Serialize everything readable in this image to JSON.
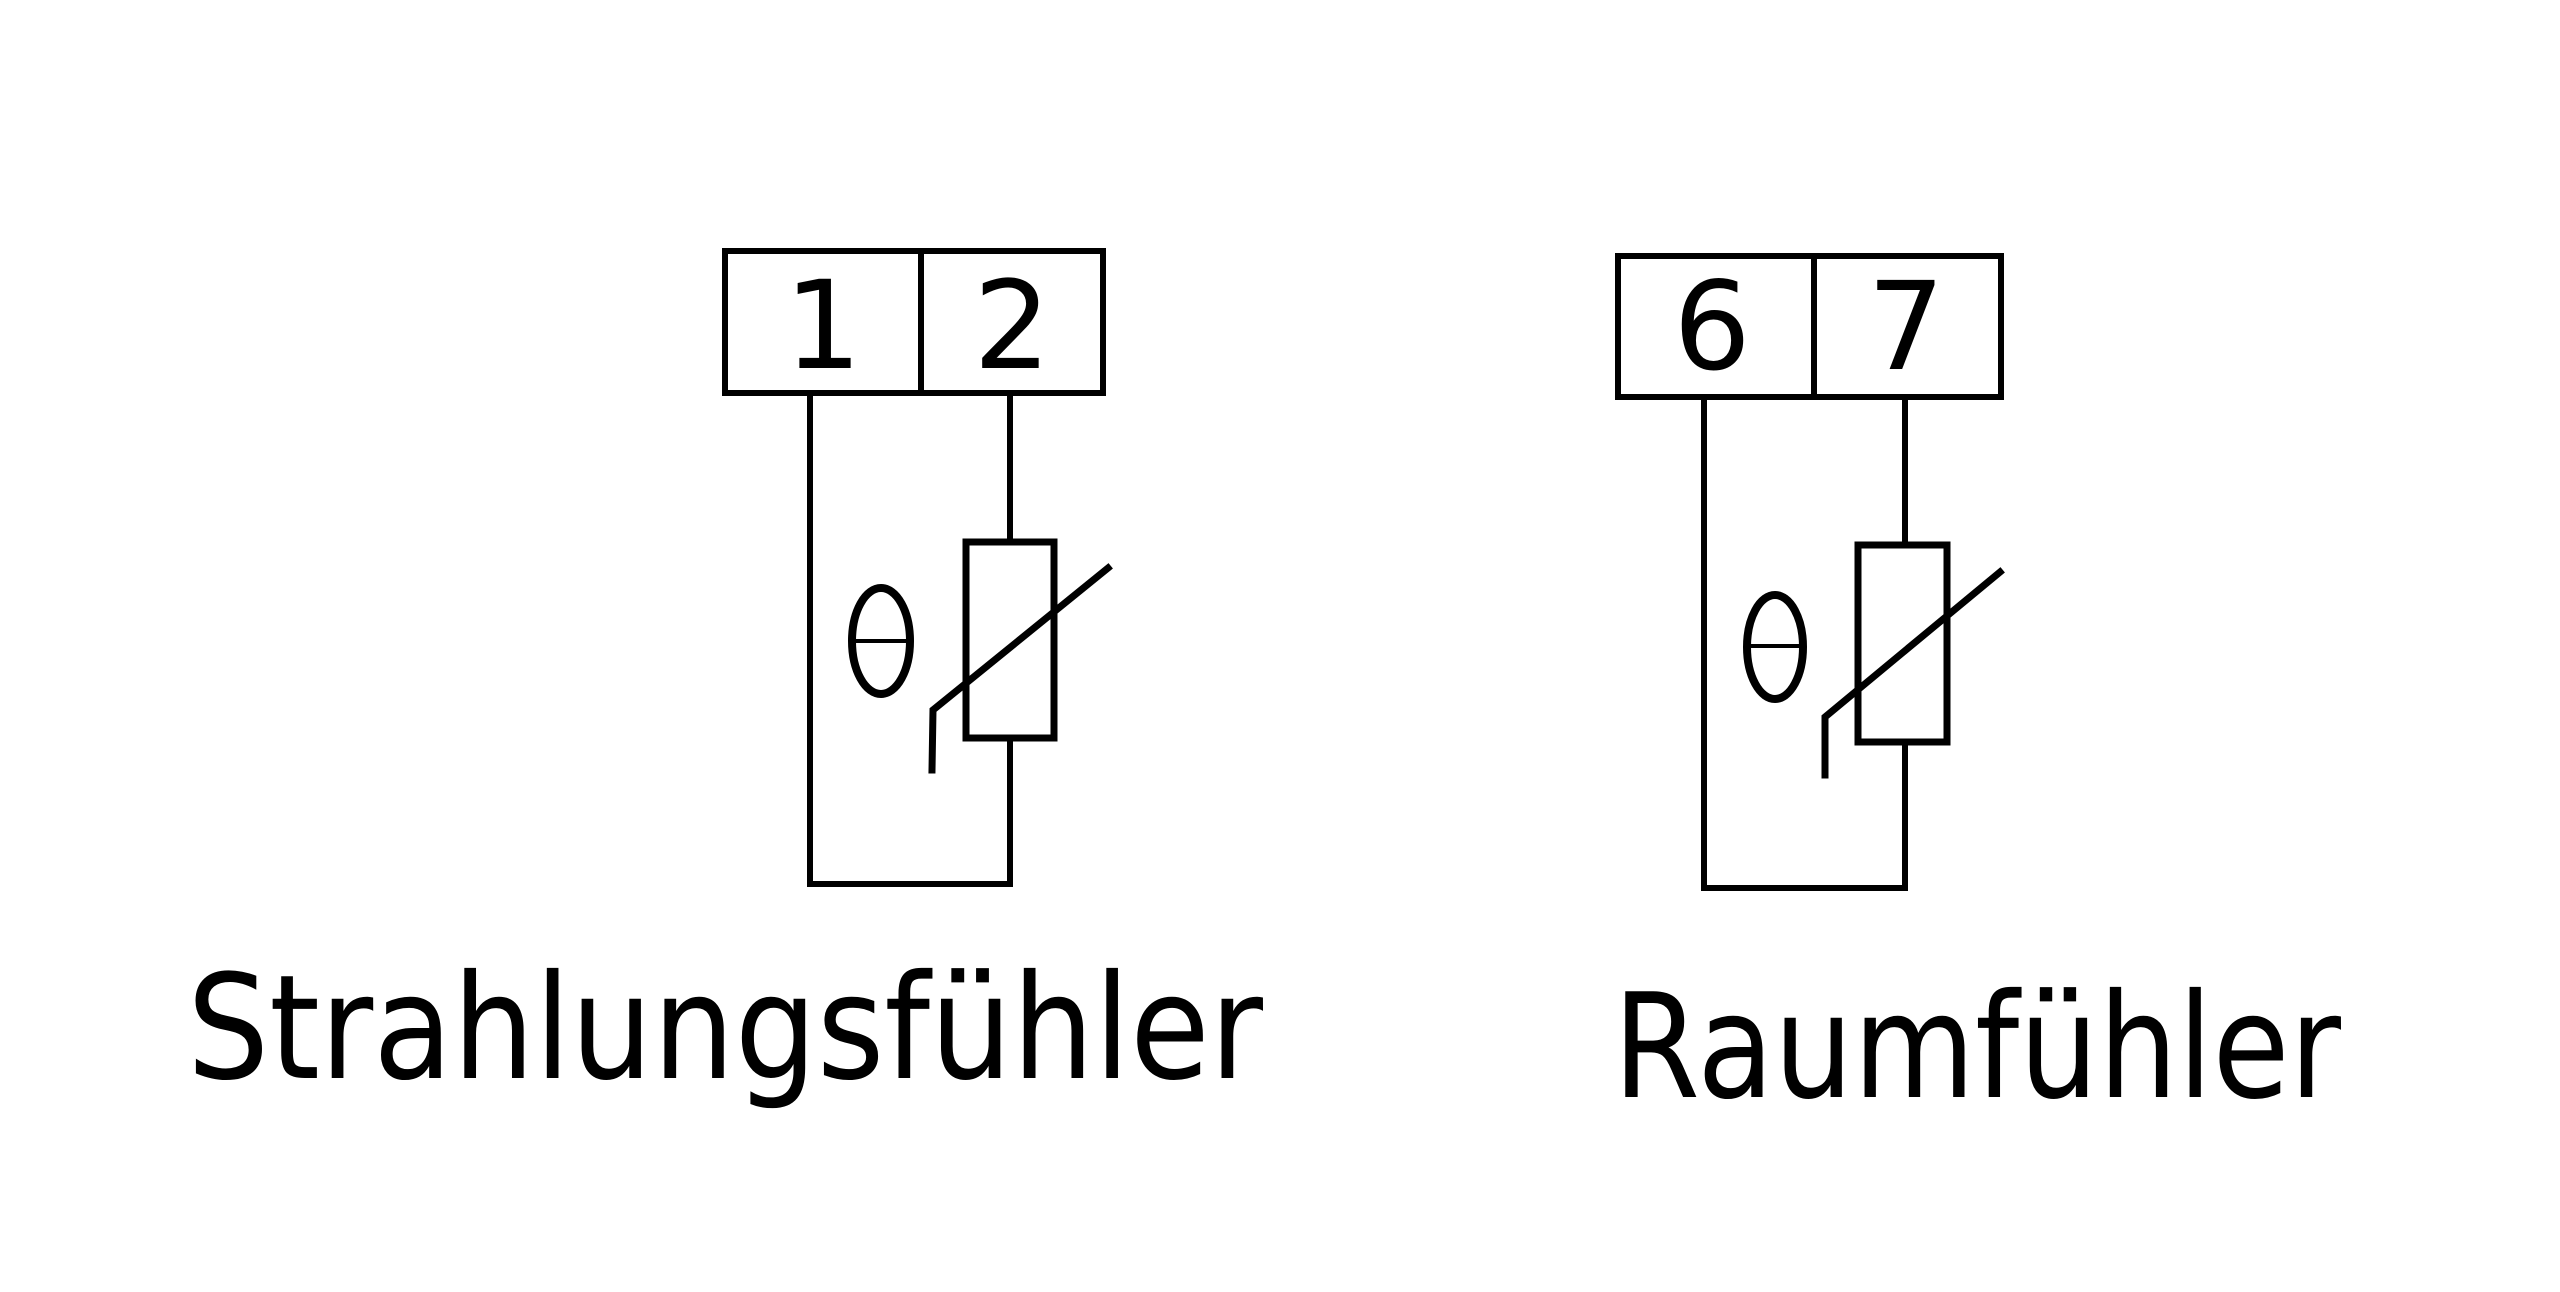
{
  "diagram": {
    "type": "electrical-wiring-schematic",
    "background_color": "#ffffff",
    "line_color": "#000000",
    "sensors": [
      {
        "id": "strahlungsfuehler",
        "label": "Strahlungsfühler",
        "terminals": [
          "1",
          "2"
        ],
        "component": "thermistor",
        "temperature_symbol": "θ"
      },
      {
        "id": "raumfuehler",
        "label": "Raumfühler",
        "terminals": [
          "6",
          "7"
        ],
        "component": "thermistor",
        "temperature_symbol": "θ"
      }
    ]
  }
}
